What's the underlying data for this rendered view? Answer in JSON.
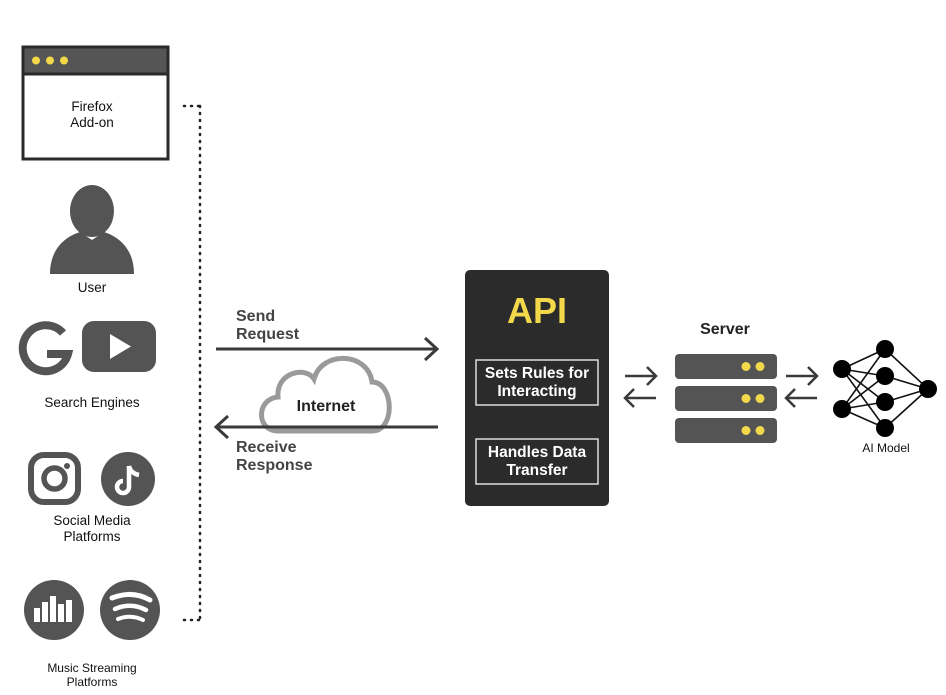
{
  "sources": {
    "firefox_line1": "Firefox",
    "firefox_line2": "Add-on",
    "user": "User",
    "search_engines": "Search Engines",
    "social_line1": "Social Media",
    "social_line2": "Platforms",
    "music_line1": "Music Streaming",
    "music_line2": "Platforms"
  },
  "flow": {
    "send_line1": "Send",
    "send_line2": "Request",
    "receive_line1": "Receive",
    "receive_line2": "Response",
    "internet": "Internet"
  },
  "api": {
    "title": "API",
    "rule1_line1": "Sets Rules for",
    "rule1_line2": "Interacting",
    "rule2_line1": "Handles Data",
    "rule2_line2": "Transfer"
  },
  "server": {
    "label": "Server"
  },
  "model": {
    "label": "AI Model"
  },
  "icons": {
    "browser": "browser-window-icon",
    "user": "user-silhouette-icon",
    "google": "google-g-icon",
    "youtube": "youtube-play-icon",
    "instagram": "instagram-icon",
    "tiktok": "tiktok-icon",
    "deezer": "deezer-equalizer-icon",
    "spotify": "spotify-icon",
    "cloud": "cloud-icon",
    "server": "server-stack-icon",
    "neural": "neural-network-icon"
  },
  "colors": {
    "dark_gray": "#545454",
    "api_panel": "#2b2b2b",
    "accent_yellow": "#f2d84a",
    "cloud_outline": "#9a9a9a"
  }
}
